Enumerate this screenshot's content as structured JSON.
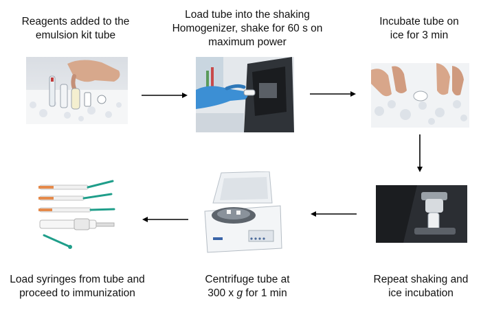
{
  "steps": [
    {
      "lines": [
        "Reagents added to the",
        "emulsion kit tube"
      ],
      "icon": "reagent-tube-hands-photo"
    },
    {
      "lines": [
        "Load tube into the shaking",
        "Homogenizer, shake for 60 s on",
        "maximum power"
      ],
      "icon": "homogenizer-gloved-hand-photo"
    },
    {
      "lines": [
        "Incubate tube on",
        "ice for 3 min"
      ],
      "icon": "tube-on-ice-photo"
    },
    {
      "lines": [
        "Repeat shaking and",
        "ice incubation"
      ],
      "icon": "tube-holder-clamp-photo"
    },
    {
      "line1_pre": "Centrifuge tube at",
      "line2_pre": "300 x ",
      "line2_var": "g",
      "line2_post": " for 1 min",
      "icon": "centrifuge-photo"
    },
    {
      "lines": [
        "Load syringes from tube and",
        "proceed to immunization"
      ],
      "icon": "syringes-photo"
    }
  ],
  "colors": {
    "arrow": "#000000",
    "glove": "#3c8fd4",
    "syringe_green": "#1f9e8a"
  }
}
